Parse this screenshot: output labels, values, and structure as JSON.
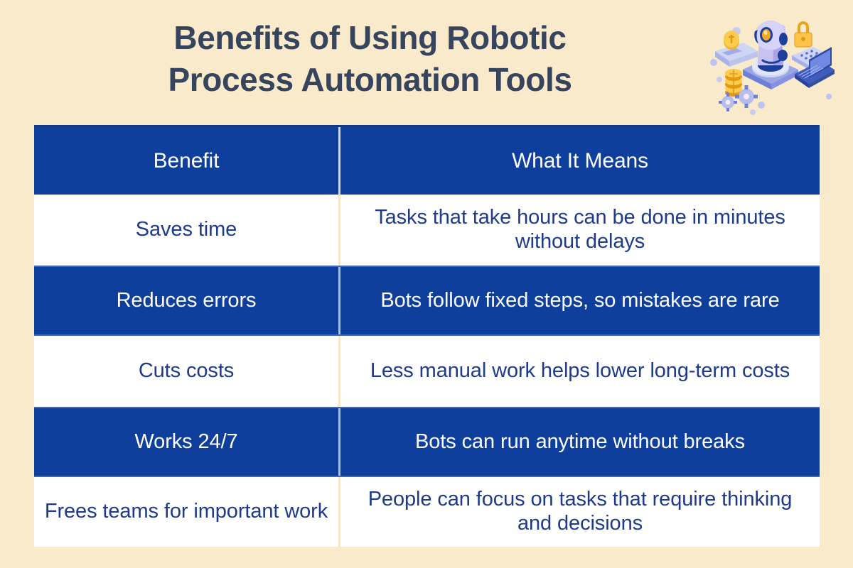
{
  "page": {
    "background_color": "#f8eaca",
    "title": "Benefits of Using Robotic\nProcess Automation Tools",
    "title_color": "#37445d"
  },
  "illustration": {
    "name": "rpa-automation-illustration",
    "elements": [
      "robot-head-icon",
      "padlock-icon",
      "calculator-icon",
      "laptop-icon",
      "coins-icon",
      "gears-icon",
      "document-icon",
      "coin-icon"
    ],
    "colors": {
      "robot": "#b3aeea",
      "robot_dark": "#1d3f9c",
      "accent_gold": "#f4a61f",
      "laptop": "#2f4faa"
    }
  },
  "table": {
    "accent_color": "#0f3f9c",
    "text_color_on_white": "#1d3a8c",
    "text_color_on_blue": "#ffffff",
    "headers": {
      "benefit": "Benefit",
      "what_it_means": "What It Means"
    },
    "rows": [
      {
        "benefit": "Saves time",
        "what_it_means": "Tasks that take hours can be done in minutes without delays",
        "style": "white"
      },
      {
        "benefit": "Reduces errors",
        "what_it_means": "Bots follow fixed steps, so mistakes are rare",
        "style": "blue"
      },
      {
        "benefit": "Cuts costs",
        "what_it_means": "Less manual work helps lower long-term costs",
        "style": "white"
      },
      {
        "benefit": "Works 24/7",
        "what_it_means": "Bots can run anytime without breaks",
        "style": "blue"
      },
      {
        "benefit": "Frees teams for important work",
        "what_it_means": "People can focus on tasks that require thinking and decisions",
        "style": "white"
      }
    ]
  }
}
